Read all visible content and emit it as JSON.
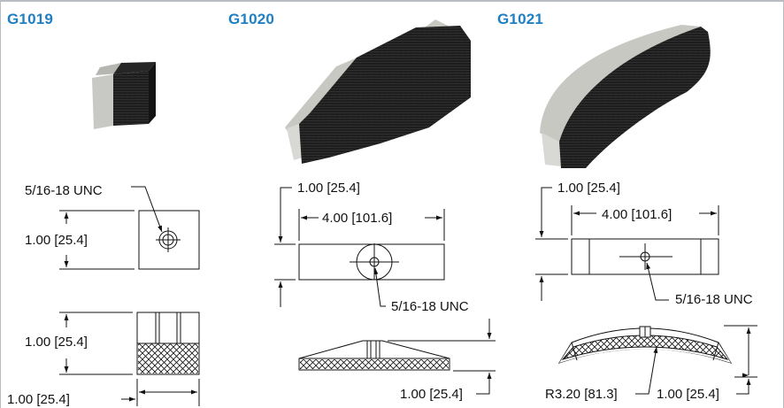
{
  "products": [
    {
      "code": "G1019",
      "thread": "5/16-18 UNC",
      "height": "1.00 [25.4]",
      "height2": "1.00 [25.4]",
      "width": "1.00 [25.4]"
    },
    {
      "code": "G1020",
      "top_dim": "1.00 [25.4]",
      "length": "4.00 [101.6]",
      "thread": "5/16-18 UNC",
      "thickness": "1.00 [25.4]"
    },
    {
      "code": "G1021",
      "top_dim": "1.00 [25.4]",
      "length": "4.00 [101.6]",
      "thread": "5/16-18 UNC",
      "radius": "R3.20 [81.3]",
      "thickness": "1.00 [25.4]"
    }
  ],
  "colors": {
    "code_blue": "#1f7fc0",
    "foam": "#1d1d1d",
    "face_grey": "#c9c9c4",
    "frame": "#b9bcc0"
  }
}
